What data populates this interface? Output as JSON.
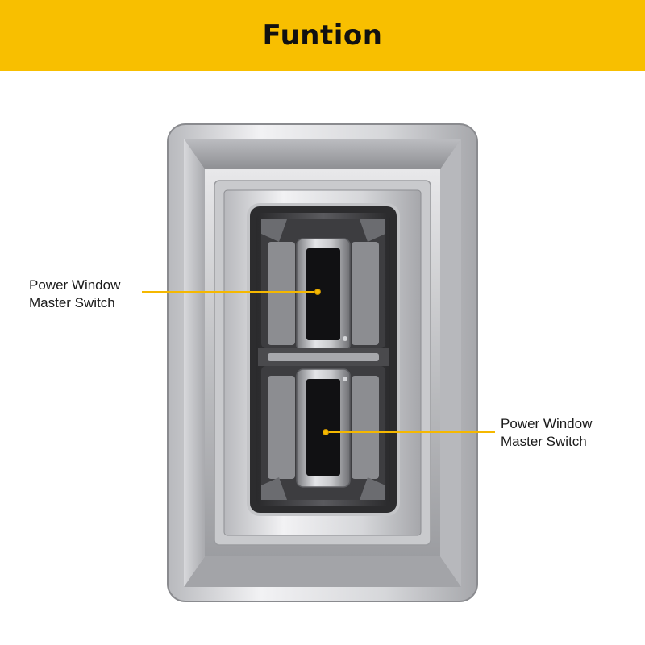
{
  "header": {
    "title": "Funtion",
    "background_color": "#f8bf00"
  },
  "callouts": [
    {
      "line1": "Power Window",
      "line2": "Master Switch"
    },
    {
      "line1": "Power Window",
      "line2": "Master Switch"
    }
  ],
  "accent_color": "#f5b800"
}
